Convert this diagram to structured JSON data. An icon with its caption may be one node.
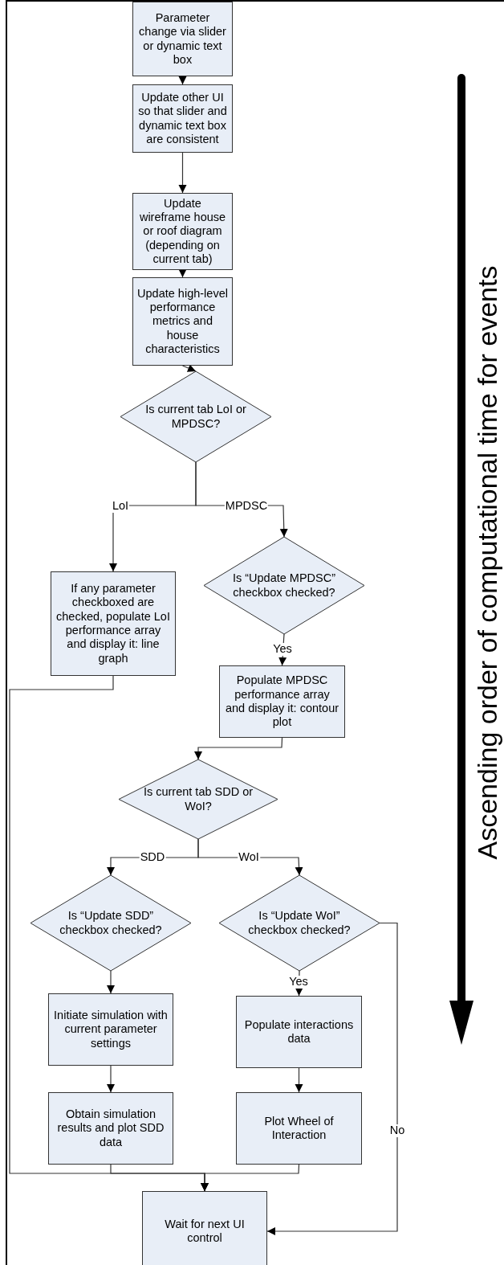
{
  "diagram": {
    "nodes": [
      {
        "text": [
          "Parameter change via slider or dynamic text box"
        ]
      },
      {
        "text": [
          "Update other UI so that slider and dynamic text box are consistent"
        ]
      },
      {
        "text": [
          "Update wireframe house or roof diagram (depending on current tab)"
        ]
      },
      {
        "text": [
          "Update high-level performance metrics and house characteristics"
        ]
      },
      {
        "text": [
          "Is current tab LoI or MPDSC?"
        ]
      },
      {
        "text": [
          "If any parameter checkboxed are checked, populate LoI performance array and display it: line graph"
        ]
      },
      {
        "text": [
          "Is “Update MPDSC” checkbox checked?"
        ]
      },
      {
        "text": [
          "Populate MPDSC performance array and display it: contour plot"
        ]
      },
      {
        "text": [
          "Is current tab SDD or WoI?"
        ]
      },
      {
        "text": [
          "Is “Update SDD” checkbox checked?"
        ]
      },
      {
        "text": [
          "Is “Update WoI” checkbox checked?"
        ]
      },
      {
        "text": [
          "Initiate simulation with current parameter settings"
        ]
      },
      {
        "text": [
          "Populate interactions data"
        ]
      },
      {
        "text": [
          "Obtain simulation results and plot SDD data"
        ]
      },
      {
        "text": [
          "Plot Wheel of Interaction"
        ]
      },
      {
        "text": [
          "Wait for next UI control"
        ]
      }
    ],
    "edges": [
      {
        "from": 0,
        "to": 1,
        "arrow": "to"
      },
      {
        "from": 1,
        "to": 2,
        "arrow": "to"
      },
      {
        "from": 2,
        "to": 3,
        "arrow": "to"
      },
      {
        "from": 3,
        "to": 4,
        "arrow": "to"
      },
      {
        "from": 4,
        "to": 5,
        "arrow": "to",
        "label": "LoI"
      },
      {
        "from": 4,
        "to": 6,
        "arrow": "to",
        "label": "MPDSC"
      },
      {
        "from": 6,
        "to": 7,
        "arrow": "to",
        "label": "Yes"
      },
      {
        "from": 5,
        "to": 15,
        "arrow": "to"
      },
      {
        "from": 7,
        "to": 8,
        "arrow": "to"
      },
      {
        "from": 8,
        "to": 9,
        "arrow": "to",
        "label": "SDD"
      },
      {
        "from": 8,
        "to": 10,
        "arrow": "to",
        "label": "WoI"
      },
      {
        "from": 9,
        "to": 11,
        "arrow": "to"
      },
      {
        "from": 10,
        "to": 12,
        "arrow": "to",
        "label": "Yes"
      },
      {
        "from": 11,
        "to": 13,
        "arrow": "to"
      },
      {
        "from": 12,
        "to": 14,
        "arrow": "to"
      },
      {
        "from": 13,
        "to": 15,
        "arrow": "to"
      },
      {
        "from": 14,
        "to": 15,
        "arrow": "to"
      },
      {
        "from": 10,
        "to": 15,
        "arrow": "to",
        "label": "No"
      }
    ],
    "labels": [
      "Ascending order of computational time for events"
    ]
  }
}
